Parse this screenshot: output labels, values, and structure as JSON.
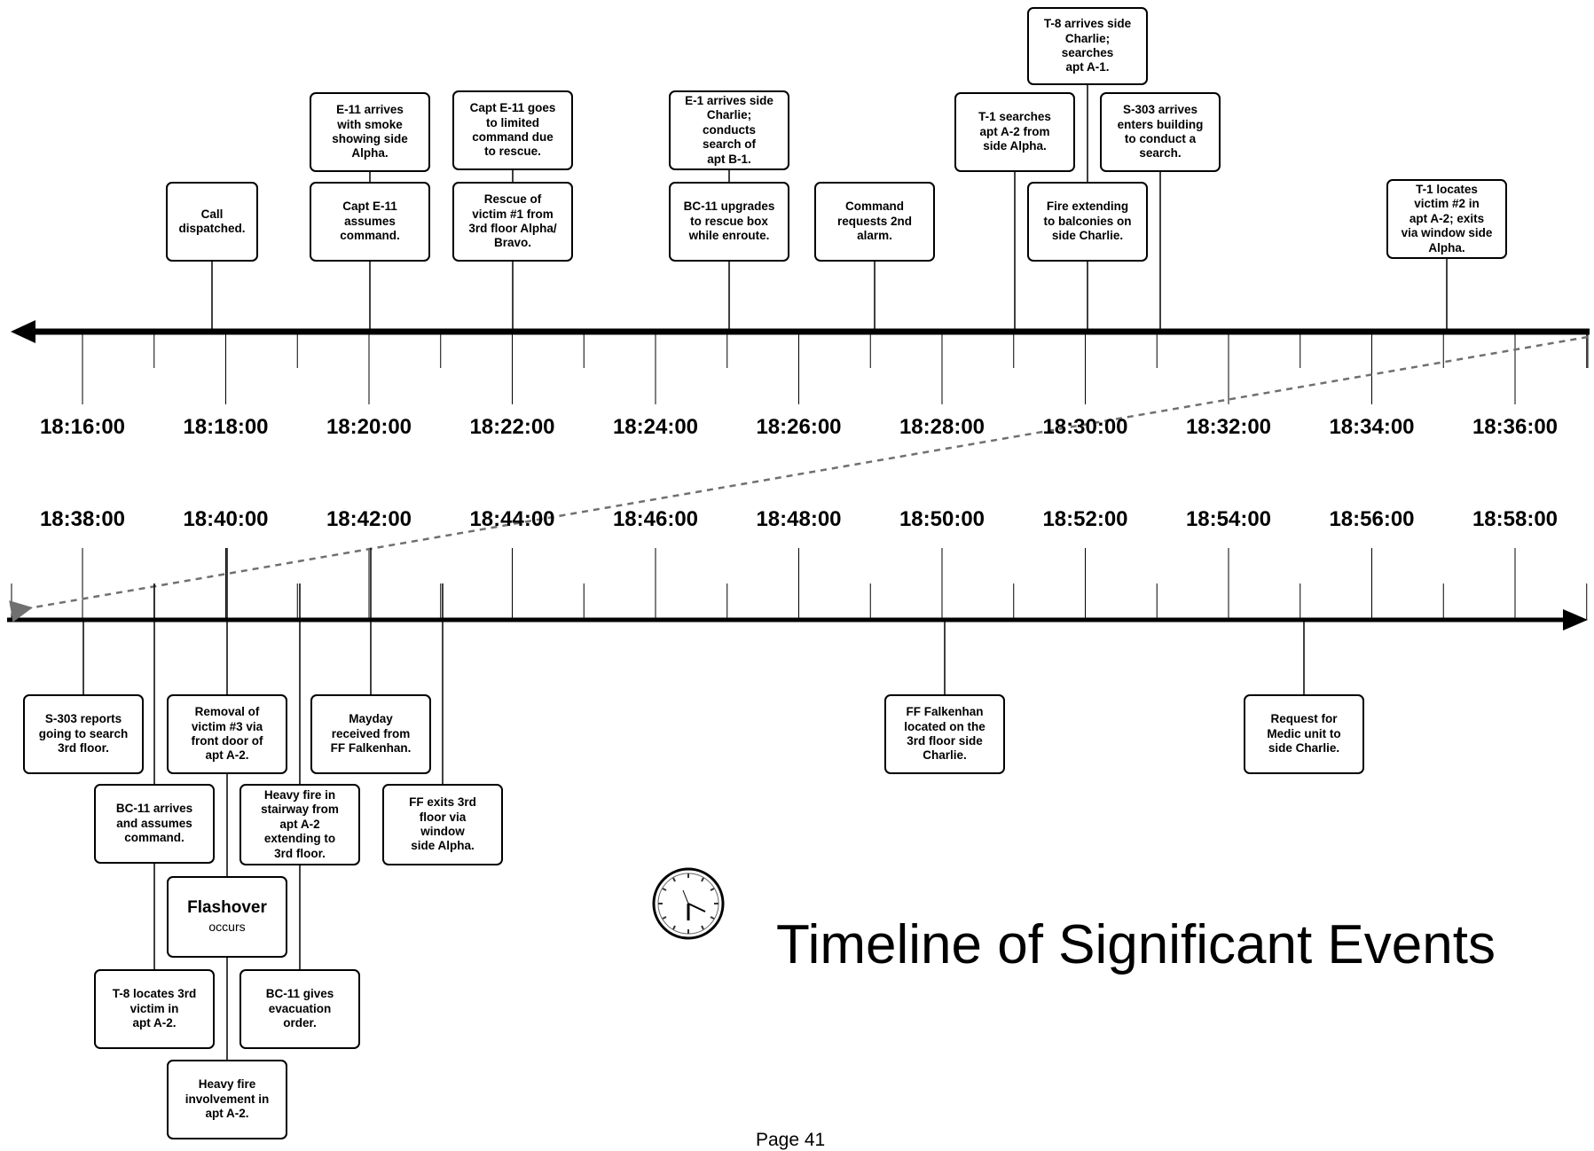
{
  "title": "Timeline of Significant Events",
  "page_label": "Page 41",
  "icons": {
    "clock": "clock-icon"
  },
  "colors": {
    "line": "#000000",
    "connector_dotted": "#707070",
    "box_border": "#000000"
  },
  "top_timeline": {
    "direction": "left-arrow",
    "tick_labels": [
      "18:16:00",
      "18:18:00",
      "18:20:00",
      "18:22:00",
      "18:24:00",
      "18:26:00",
      "18:28:00",
      "18:30:00",
      "18:32:00",
      "18:34:00",
      "18:36:00"
    ],
    "events": [
      {
        "text": "Call dispatched.",
        "time": "18:18:00"
      },
      {
        "text": "E-11 arrives\nwith smoke\nshowing side\nAlpha.",
        "time": "18:20:00"
      },
      {
        "text": "Capt E-11\nassumes\ncommand.",
        "time": "18:20:00"
      },
      {
        "text": "Capt E-11 goes\nto limited\ncommand due\nto rescue.",
        "time": "18:22:00"
      },
      {
        "text": "Rescue of\nvictim #1 from\n3rd floor Alpha/\nBravo.",
        "time": "18:22:00"
      },
      {
        "text": "E-1 arrives side\nCharlie;\nconducts\nsearch of\napt B-1.",
        "time": "18:25:00"
      },
      {
        "text": "BC-11 upgrades\nto rescue box\nwhile enroute.",
        "time": "18:25:00"
      },
      {
        "text": "Command\nrequests 2nd\nalarm.",
        "time": "18:27:00"
      },
      {
        "text": "T-1 searches\napt A-2 from\nside Alpha.",
        "time": "18:29:00"
      },
      {
        "text": "T-8 arrives side\nCharlie;\nsearches\napt A-1.",
        "time": "18:30:00"
      },
      {
        "text": "Fire extending\nto balconies on\nside Charlie.",
        "time": "18:30:00"
      },
      {
        "text": "S-303 arrives\nenters building\nto conduct a\nsearch.",
        "time": "18:31:00"
      },
      {
        "text": "T-1 locates\nvictim #2 in\napt A-2; exits\nvia window side\nAlpha.",
        "time": "18:35:00"
      }
    ]
  },
  "bottom_timeline": {
    "direction": "right-arrow",
    "tick_labels": [
      "18:38:00",
      "18:40:00",
      "18:42:00",
      "18:44:00",
      "18:46:00",
      "18:48:00",
      "18:50:00",
      "18:52:00",
      "18:54:00",
      "18:56:00",
      "18:58:00"
    ],
    "events": [
      {
        "text": "S-303 reports\ngoing to search\n3rd floor.",
        "time": "18:38:00"
      },
      {
        "text": "BC-11 arrives\nand assumes\ncommand.",
        "time": "18:39:00"
      },
      {
        "text": "T-8 locates 3rd\nvictim in\napt A-2.",
        "time": "18:39:00"
      },
      {
        "text": "Removal of\nvictim #3 via\nfront door of\napt A-2.",
        "time": "18:40:00"
      },
      {
        "text": "Flashover",
        "subtext": "occurs",
        "time": "18:40:00"
      },
      {
        "text": "Heavy fire\ninvolvement in\napt A-2.",
        "time": "18:40:00"
      },
      {
        "text": "Heavy fire in\nstairway from\napt A-2\nextending to\n3rd floor.",
        "time": "18:41:00"
      },
      {
        "text": "BC-11 gives\nevacuation\norder.",
        "time": "18:41:00"
      },
      {
        "text": "Mayday\nreceived from\nFF Falkenhan.",
        "time": "18:42:00"
      },
      {
        "text": "FF exits 3rd\nfloor via\nwindow\nside Alpha.",
        "time": "18:43:00"
      },
      {
        "text": "FF Falkenhan\nlocated on the\n3rd floor side\nCharlie.",
        "time": "18:50:00"
      },
      {
        "text": "Request for\nMedic unit to\nside Charlie.",
        "time": "18:55:00"
      }
    ]
  }
}
